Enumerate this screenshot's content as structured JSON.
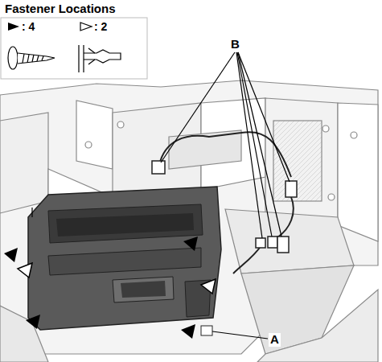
{
  "diagram": {
    "title": "Fastener Locations",
    "labels": [
      ": 4",
      ": 2",
      "B",
      "A"
    ]
  }
}
